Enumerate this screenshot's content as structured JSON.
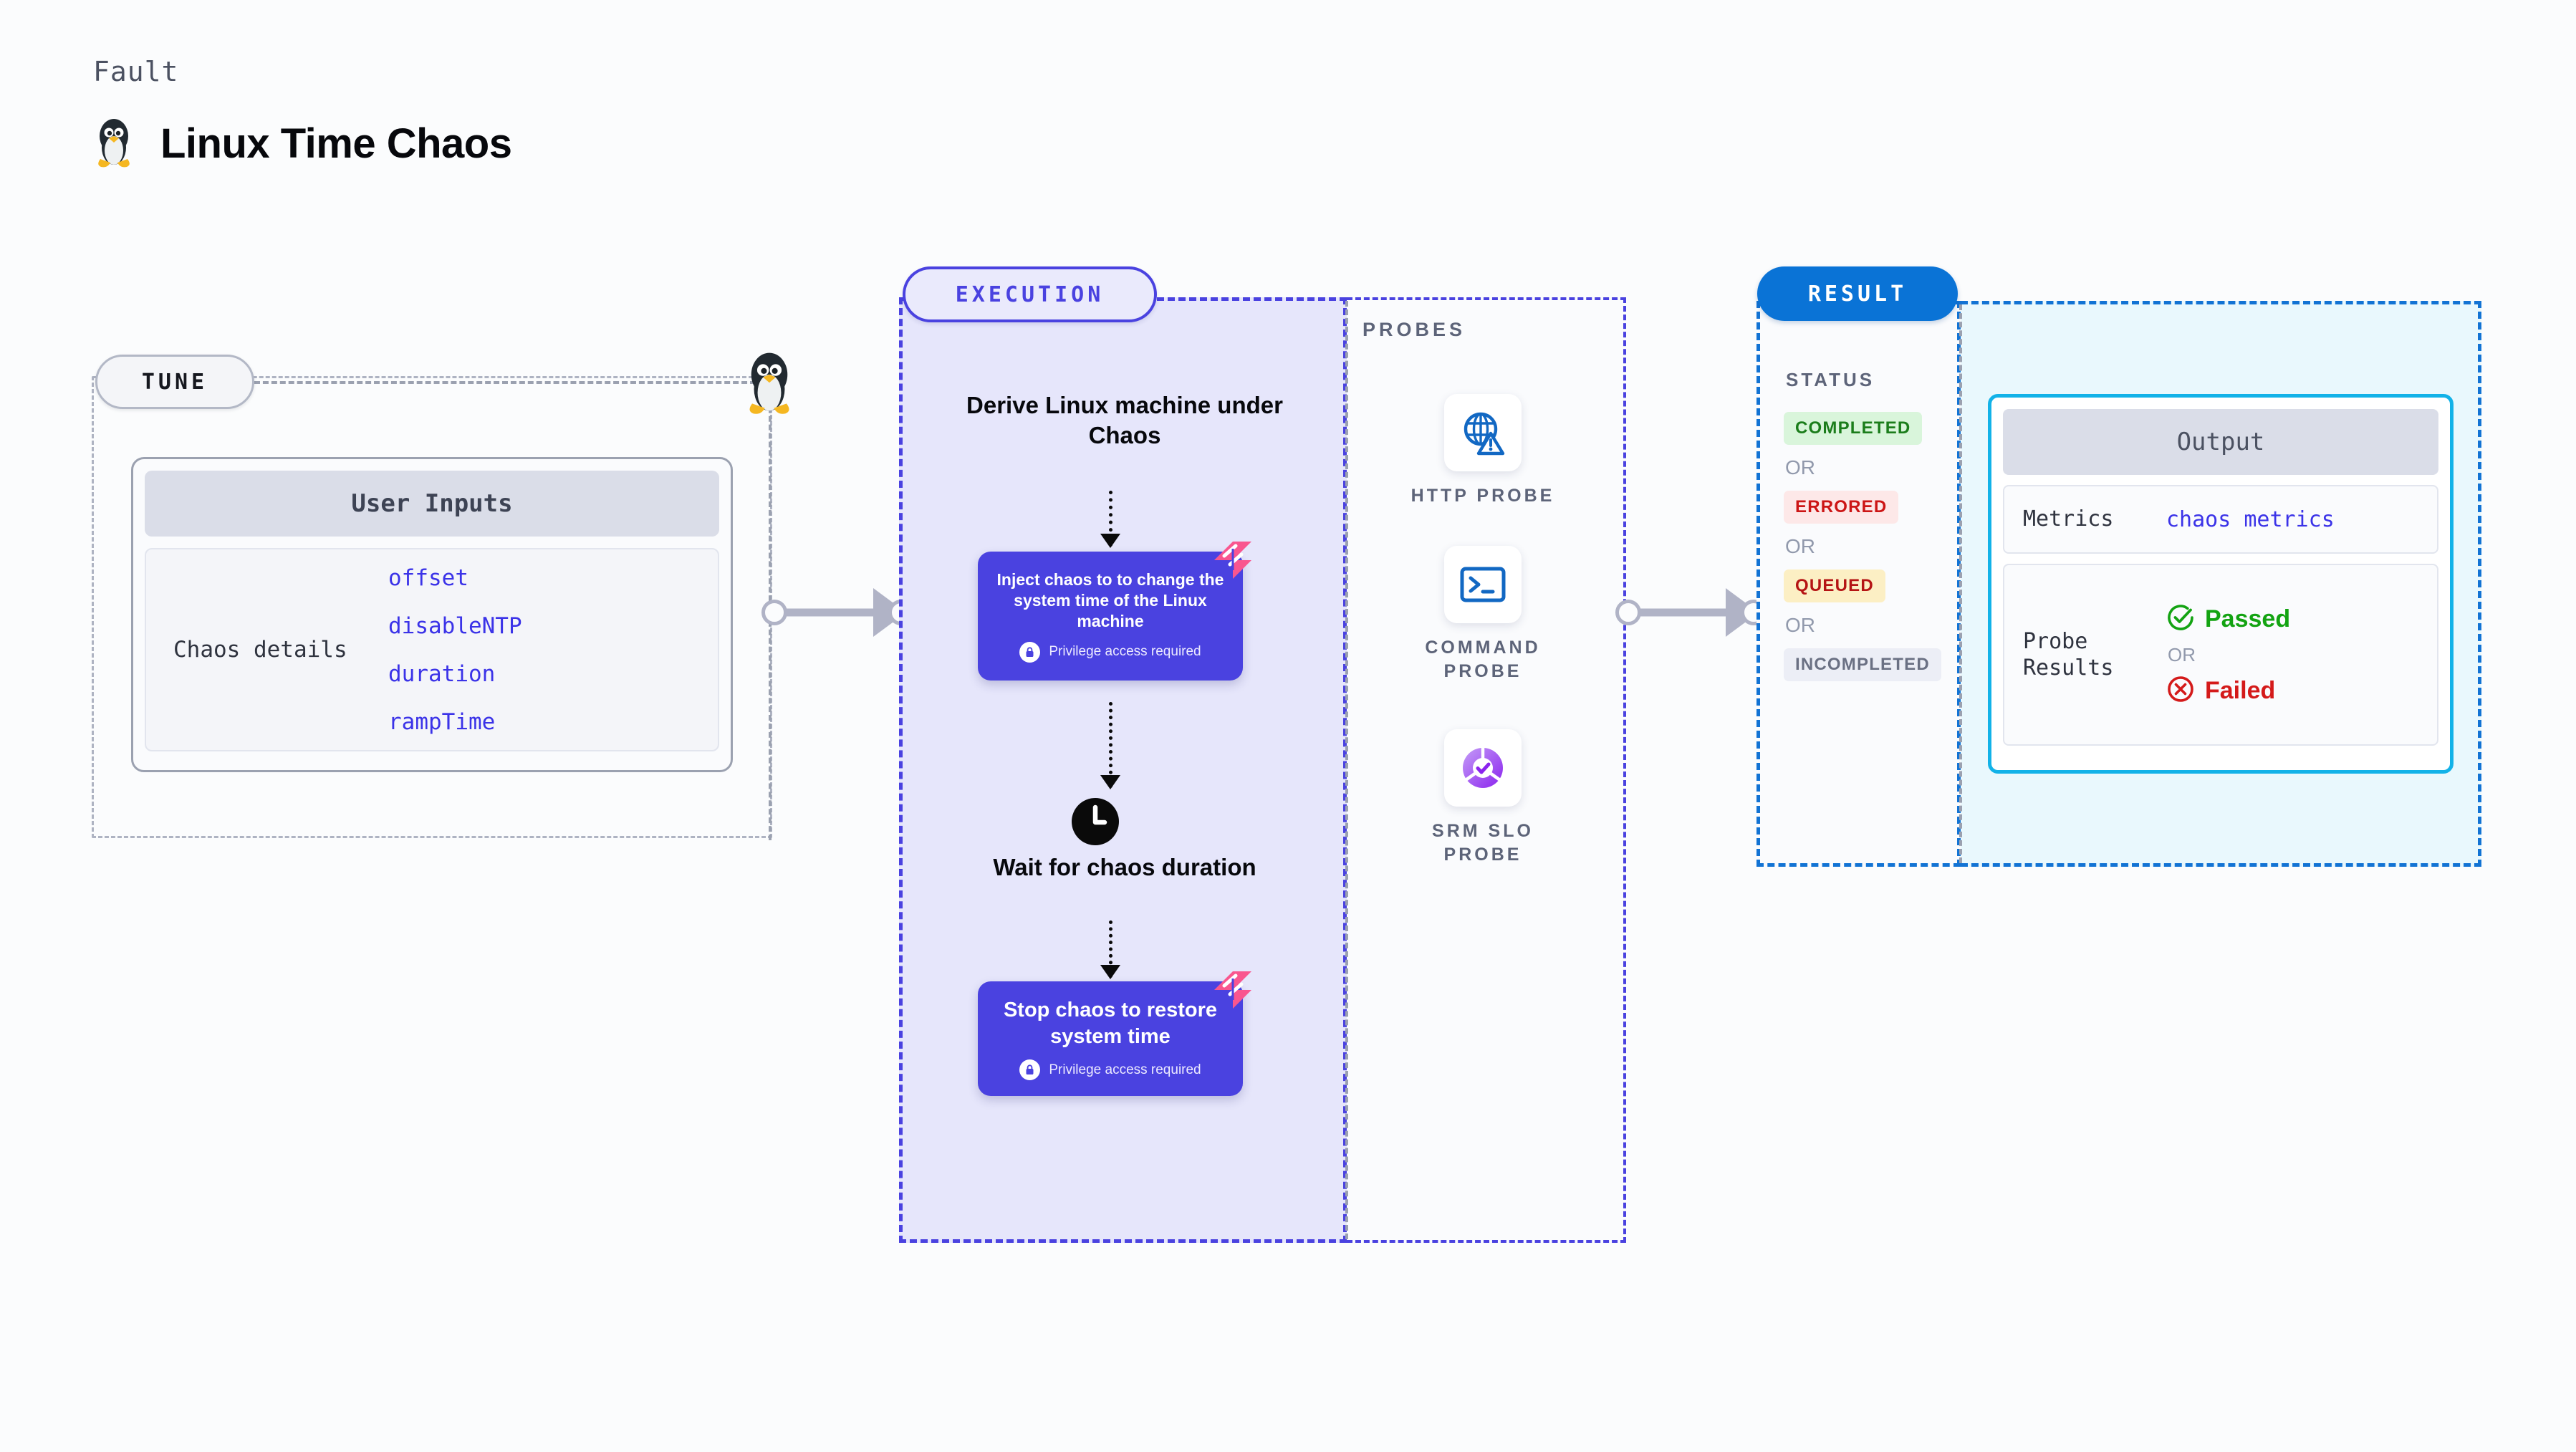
{
  "header": {
    "eyebrow": "Fault",
    "title": "Linux Time Chaos",
    "icon": "tux-penguin-icon"
  },
  "tune": {
    "badge": "TUNE",
    "card_title": "User Inputs",
    "details_label": "Chaos details",
    "params": [
      "offset",
      "disableNTP",
      "duration",
      "rampTime"
    ],
    "link_icon": "tux-penguin-icon"
  },
  "execution": {
    "badge": "EXECUTION",
    "step_title": "Derive Linux machine under Chaos",
    "inject_card": {
      "text": "Inject chaos to to change the system time of the Linux machine",
      "privilege_note": "Privilege access required",
      "lock_icon": "lock-icon",
      "ribbon_icon": "harness-ribbon-icon"
    },
    "wait": {
      "icon": "clock-icon",
      "title": "Wait for chaos duration"
    },
    "stop_card": {
      "text": "Stop chaos to restore system time",
      "privilege_note": "Privilege access required",
      "lock_icon": "lock-icon",
      "ribbon_icon": "harness-ribbon-icon"
    }
  },
  "probes": {
    "label": "PROBES",
    "items": [
      {
        "label": "HTTP PROBE",
        "icon": "globe-warning-icon"
      },
      {
        "label": "COMMAND PROBE",
        "icon": "terminal-icon"
      },
      {
        "label": "SRM SLO PROBE",
        "icon": "slo-donut-check-icon"
      }
    ]
  },
  "result": {
    "badge": "RESULT",
    "status_label": "STATUS",
    "or_text": "OR",
    "statuses": [
      {
        "label": "COMPLETED",
        "color": "#1b7d1b",
        "bg": "#d9f5db"
      },
      {
        "label": "ERRORED",
        "color": "#cc1515",
        "bg": "#fde8e8"
      },
      {
        "label": "QUEUED",
        "color": "#b51414",
        "bg": "#fcefc4"
      },
      {
        "label": "INCOMPLETED",
        "color": "#6a7083",
        "bg": "#eceef6"
      }
    ],
    "output": {
      "title": "Output",
      "metrics_key": "Metrics",
      "metrics_value": "chaos metrics",
      "probe_results_key": "Probe Results",
      "passed": "Passed",
      "failed": "Failed",
      "or_text": "OR",
      "pass_icon": "check-circle-icon",
      "fail_icon": "x-circle-icon"
    }
  },
  "colors": {
    "execution_purple": "#4a42e0",
    "result_blue": "#0a73d6",
    "output_cyan": "#12b2e8",
    "param_blue": "#3b33e8",
    "ribbon_pink": "#f9568f"
  }
}
